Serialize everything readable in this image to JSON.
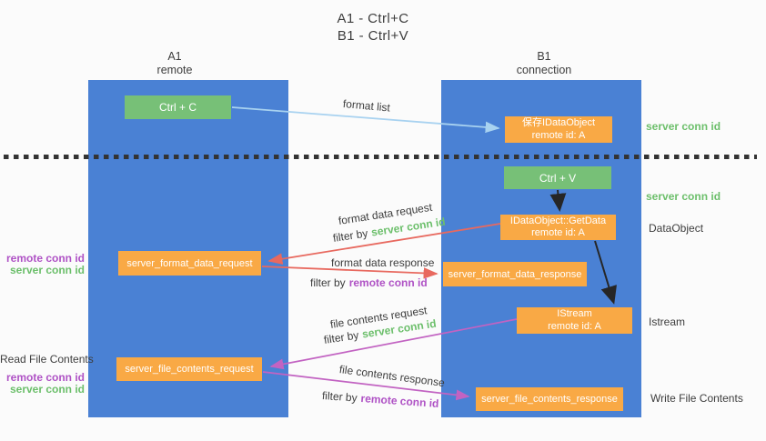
{
  "title": {
    "line1": "A1 - Ctrl+C",
    "line2": "B1 - Ctrl+V"
  },
  "columns": {
    "left": {
      "name": "A1",
      "role": "remote"
    },
    "right": {
      "name": "B1",
      "role": "connection"
    }
  },
  "boxes": {
    "ctrl_c": "Ctrl + C",
    "ctrl_v": "Ctrl + V",
    "save_dataobject_line1": "保存IDataObject",
    "save_dataobject_line2": "remote id: A",
    "getdata_line1": "IDataObject::GetData",
    "getdata_line2": "remote id: A",
    "istream_line1": "IStream",
    "istream_line2": "remote id: A",
    "format_request": "server_format_data_request",
    "format_response": "server_format_data_response",
    "file_request": "server_file_contents_request",
    "file_response": "server_file_contents_response"
  },
  "right_labels": {
    "server_conn_id_top": "server conn id",
    "server_conn_id_mid": "server conn id",
    "dataobject": "DataObject",
    "istream": "Istream",
    "write_file_contents": "Write File Contents"
  },
  "left_labels": {
    "remote_conn_id_top": "remote conn id",
    "server_conn_id_top": "server conn id",
    "read_file_contents": "Read File Contents",
    "remote_conn_id_bottom": "remote conn id",
    "server_conn_id_bottom": "server conn id"
  },
  "arrow_labels": {
    "format_list": "format list",
    "format_data_request": "format data request",
    "format_data_response": "format data response",
    "file_contents_request": "file contents request",
    "file_contents_response": "file contents response",
    "filter_by": "filter by",
    "server_conn_id": "server conn id",
    "remote_conn_id": "remote conn id"
  },
  "colors": {
    "column_blue": "#4a81d4",
    "box_green": "#77c077",
    "box_orange": "#f9a945",
    "green_text": "#6cbf6b",
    "purple_text": "#af52c5",
    "red_arrow": "#e8695f",
    "purple_arrow": "#c263c2",
    "light_blue_arrow": "#a8d2f0",
    "black_arrow": "#262626"
  }
}
